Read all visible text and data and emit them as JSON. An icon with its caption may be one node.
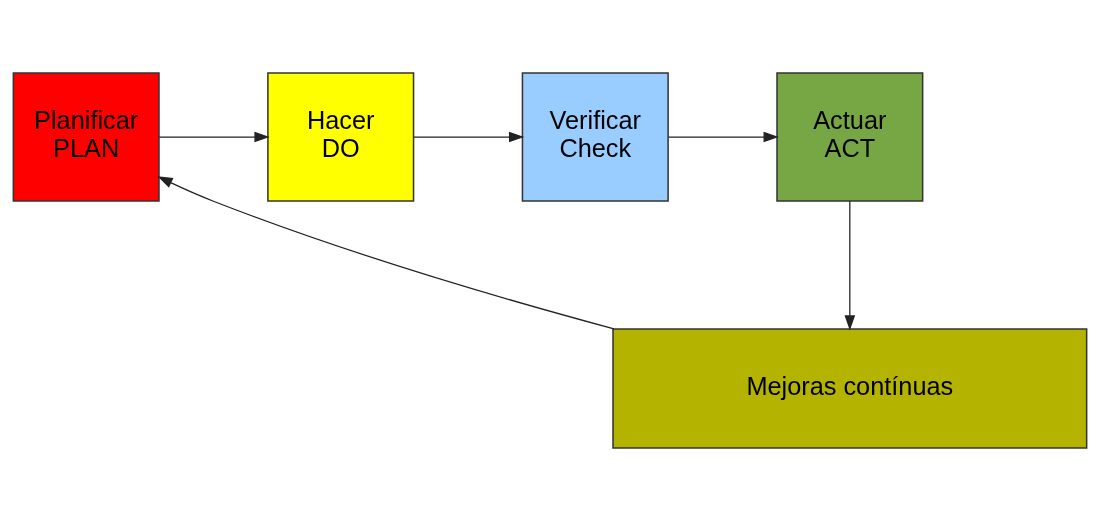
{
  "diagram": {
    "nodes": [
      {
        "text": [
          "Planificar",
          "PLAN"
        ]
      },
      {
        "text": [
          "Hacer",
          "DO"
        ]
      },
      {
        "text": [
          "Verificar",
          "Check"
        ]
      },
      {
        "text": [
          "Actuar",
          "ACT"
        ]
      },
      {
        "text": [
          "Mejoras contínuas"
        ]
      }
    ],
    "edges": [
      {
        "from": 0,
        "to": 1,
        "arrow": "to"
      },
      {
        "from": 1,
        "to": 2,
        "arrow": "to"
      },
      {
        "from": 2,
        "to": 3,
        "arrow": "to"
      },
      {
        "from": 3,
        "to": 4,
        "arrow": "to"
      },
      {
        "from": 4,
        "to": 0,
        "arrow": "to"
      }
    ]
  }
}
